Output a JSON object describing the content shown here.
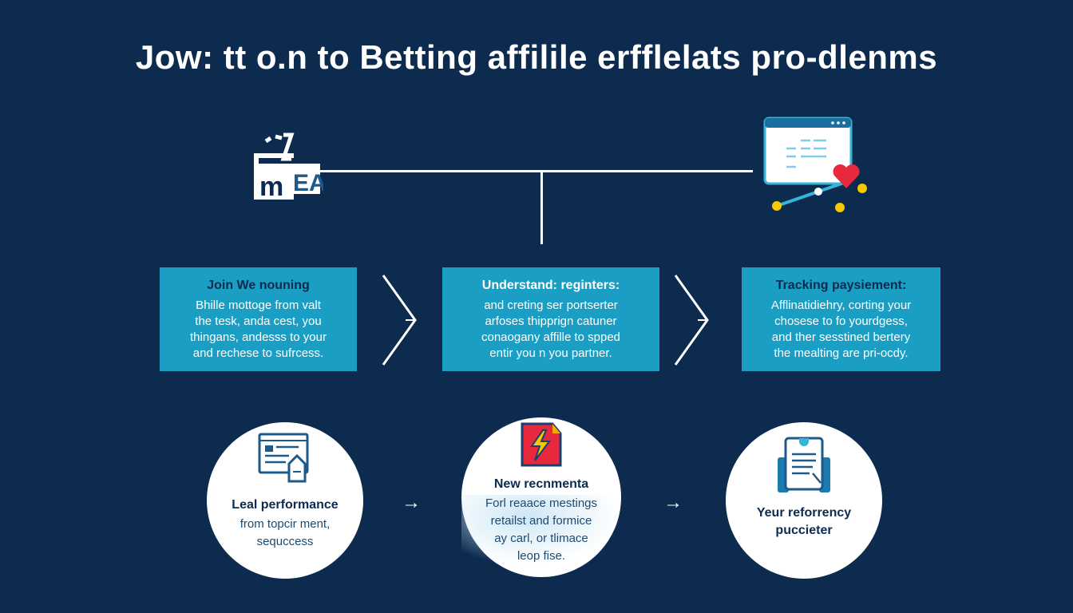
{
  "title": "Jow: tt o.n to Betting affilile erfflelats pro-dlenms",
  "logo_text": "mEA",
  "colors": {
    "background": "#0c2b4e",
    "box": "#1a9ec4",
    "heart": "#e8283c",
    "dots": "#f5c800"
  },
  "steps": [
    {
      "title": "Join We nouning",
      "lines": [
        "Bhille mottoge from valt",
        "the tesk, anda cest, you",
        "thingans, andesss to your",
        "and rechese to sufrcess."
      ]
    },
    {
      "title": "Understand: reginters:",
      "lines": [
        "and creting ser portserter",
        "arfoses thipprign catuner",
        "conaogany affille to spped",
        "entir you n you partner."
      ]
    },
    {
      "title": "Tracking paysiement:",
      "lines": [
        "Afflinatidiehry, corting your",
        "chosese to fo yourdgess,",
        "and ther sesstined bertery",
        "the mealting are pri-ocdy."
      ]
    }
  ],
  "circles": [
    {
      "icon": "document-tag-icon",
      "title": "Leal performance",
      "lines": [
        "from topcir ment,",
        "sequccess"
      ]
    },
    {
      "icon": "lightning-badge-icon",
      "title": "New recnmenta",
      "lines": [
        "Forl reaace mestings",
        "retailst and formice",
        "ay carl, or tlimace",
        "leop fise."
      ]
    },
    {
      "icon": "tablet-document-icon",
      "title": "Yeur reforrency",
      "lines": [
        "puccieter"
      ]
    }
  ],
  "arrow_glyph": "→"
}
